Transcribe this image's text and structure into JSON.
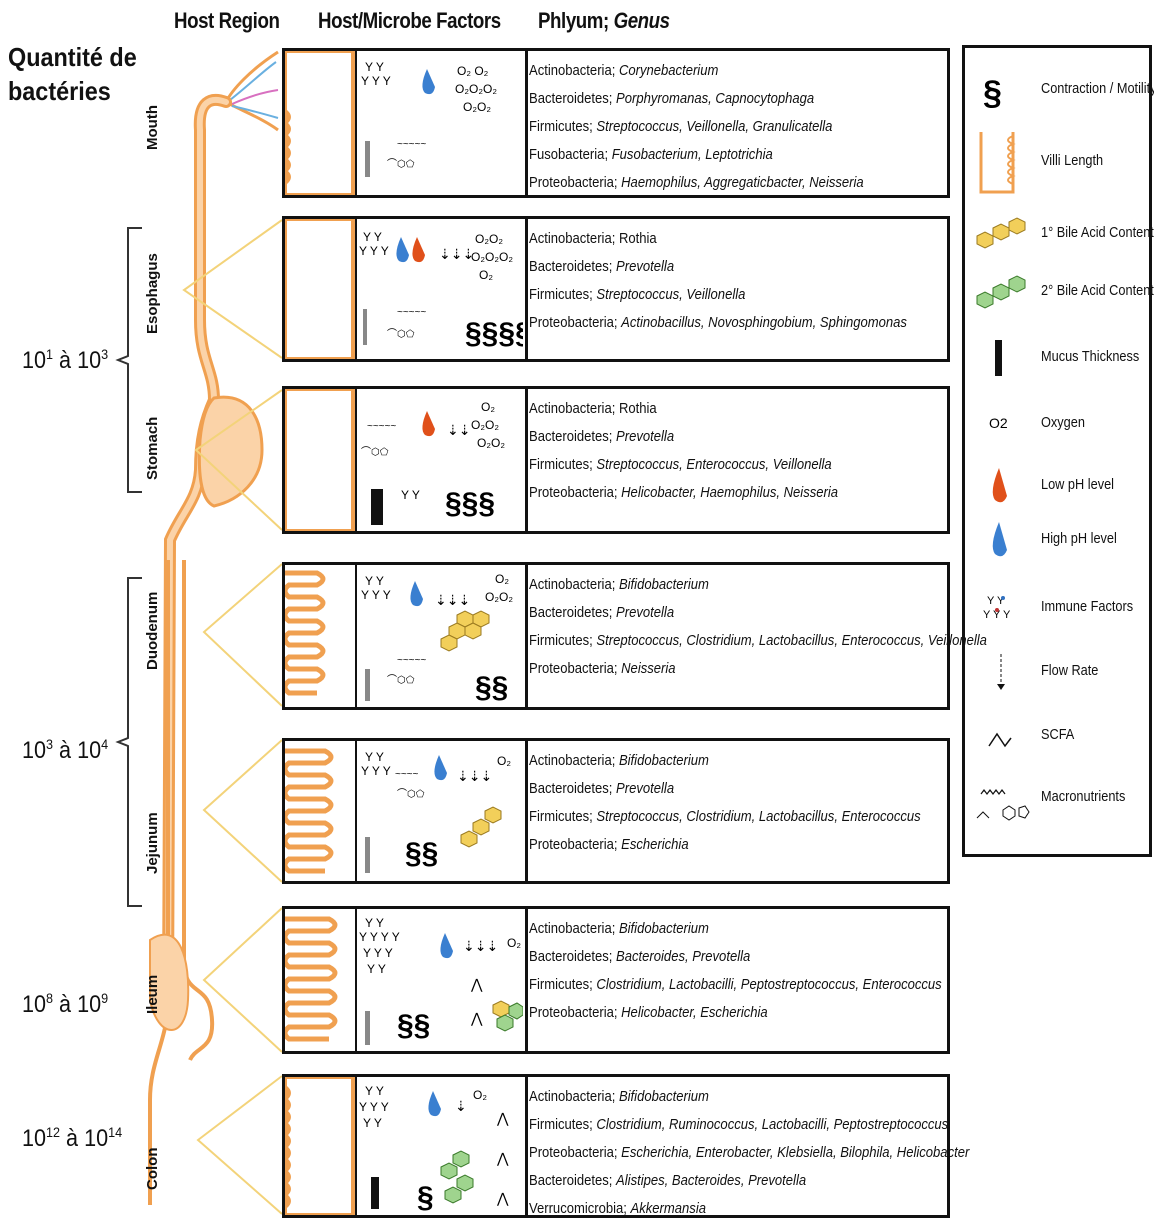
{
  "headers": {
    "host_region": "Host Region",
    "factors": "Host/Microbe Factors",
    "phylum": "Phlyum;",
    "genus": "Genus"
  },
  "quantity_title_line1": "Quantité de",
  "quantity_title_line2": "bactéries",
  "counts": [
    {
      "base1": "10",
      "exp1": "1",
      "mid": " à ",
      "base2": "10",
      "exp2": "3"
    },
    {
      "base1": "10",
      "exp1": "3",
      "mid": " à ",
      "base2": "10",
      "exp2": "4"
    },
    {
      "base1": "10",
      "exp1": "8",
      "mid": " à ",
      "base2": "10",
      "exp2": "9"
    },
    {
      "base1": "10",
      "exp1": "12",
      "mid": " à ",
      "base2": "10",
      "exp2": "14"
    }
  ],
  "regions": [
    "Mouth",
    "Esophagus",
    "Stomach",
    "Duodenum",
    "Jejunum",
    "Ileum",
    "Colon"
  ],
  "rows": [
    {
      "region": "Mouth",
      "lines": [
        [
          "Actinobacteria; ",
          "Corynebacterium"
        ],
        [
          "Bacteroidetes; ",
          "Porphyromanas, Capnocytophaga"
        ],
        [
          "Firmicutes; ",
          "Streptococcus, Veillonella, Granulicatella"
        ],
        [
          "Fusobacteria; ",
          "Fusobacterium, Leptotrichia"
        ],
        [
          "Proteobacteria; ",
          "Haemophilus, Aggregaticbacter, Neisseria"
        ]
      ]
    },
    {
      "region": "Esophagus",
      "lines": [
        [
          "Actinobacteria; Rothia",
          ""
        ],
        [
          "Bacteroidetes; ",
          "Prevotella"
        ],
        [
          "Firmicutes; ",
          "Streptococcus, Veillonella"
        ],
        [
          "Proteobacteria; ",
          "Actinobacillus, Novosphingobium, Sphingomonas"
        ]
      ]
    },
    {
      "region": "Stomach",
      "lines": [
        [
          "Actinobacteria; Rothia",
          ""
        ],
        [
          "Bacteroidetes; ",
          "Prevotella"
        ],
        [
          "Firmicutes; ",
          "Streptococcus, Enterococcus, Veillonella"
        ],
        [
          "Proteobacteria; ",
          "Helicobacter, Haemophilus, Neisseria"
        ]
      ]
    },
    {
      "region": "Duodenum",
      "lines": [
        [
          "Actinobacteria; ",
          "Bifidobacterium"
        ],
        [
          "Bacteroidetes; ",
          "Prevotella"
        ],
        [
          "Firmicutes; ",
          "Streptococcus, Clostridium, Lactobacillus, Enterococcus, Veillonella"
        ],
        [
          "Proteobacteria; ",
          "Neisseria"
        ]
      ]
    },
    {
      "region": "Jejunum",
      "lines": [
        [
          "Actinobacteria; ",
          "Bifidobacterium"
        ],
        [
          "Bacteroidetes; ",
          "Prevotella"
        ],
        [
          "Firmicutes; ",
          "Streptococcus, Clostridium, Lactobacillus, Enterococcus"
        ],
        [
          "Proteobacteria; ",
          "Escherichia"
        ]
      ]
    },
    {
      "region": "Ileum",
      "lines": [
        [
          "Actinobacteria; ",
          "Bifidobacterium"
        ],
        [
          "Bacteroidetes; ",
          "Bacteroides, Prevotella"
        ],
        [
          "Firmicutes; ",
          "Clostridium, Lactobacilli, Peptostreptococcus, Enterococcus"
        ],
        [
          "Proteobacteria; ",
          "Helicobacter, Escherichia"
        ]
      ]
    },
    {
      "region": "Colon",
      "lines": [
        [
          "Actinobacteria; ",
          "Bifidobacterium"
        ],
        [
          "Firmicutes; ",
          "Clostridium, Ruminococcus, Lactobacilli, Peptostreptococcus"
        ],
        [
          "Proteobacteria; ",
          "Escherichia, Enterobacter, Klebsiella, Bilophila, Helicobacter"
        ],
        [
          "Bacteroidetes; ",
          "Alistipes, Bacteroides, Prevotella"
        ],
        [
          "Verrucomicrobia; ",
          "Akkermansia"
        ]
      ]
    }
  ],
  "legend": [
    {
      "icon": "contraction-icon",
      "label": "Contraction / Motility"
    },
    {
      "icon": "villi-icon",
      "label": "Villi Length"
    },
    {
      "icon": "primary-bile-acid-icon",
      "label": "1° Bile Acid Content"
    },
    {
      "icon": "secondary-bile-acid-icon",
      "label": "2° Bile Acid Content"
    },
    {
      "icon": "mucus-icon",
      "label": "Mucus Thickness"
    },
    {
      "icon": "oxygen-icon",
      "label": "Oxygen"
    },
    {
      "icon": "low-ph-icon",
      "label": "Low pH level"
    },
    {
      "icon": "high-ph-icon",
      "label": "High pH level"
    },
    {
      "icon": "immune-factors-icon",
      "label": "Immune Factors"
    },
    {
      "icon": "flow-rate-icon",
      "label": "Flow Rate"
    },
    {
      "icon": "scfa-icon",
      "label": "SCFA"
    },
    {
      "icon": "macronutrients-icon",
      "label": "Macronutrients"
    }
  ],
  "oxygen_symbol": "O2",
  "colors": {
    "gut_orange": "#f0a050",
    "gut_fill": "#fbd3a8",
    "bile1": "#f2cf5a",
    "bile2": "#9fd48e",
    "low_ph": "#e0501a",
    "high_ph": "#3a7fd0",
    "cone": "#f3d37a"
  }
}
